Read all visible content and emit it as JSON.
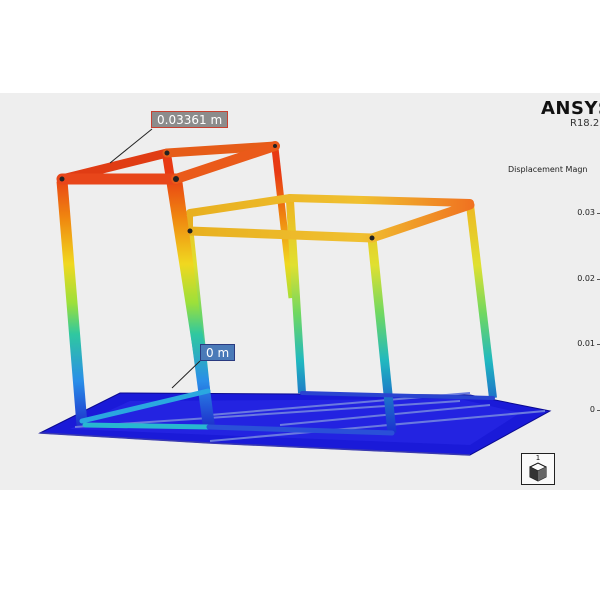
{
  "header": {
    "brand": "ANSYS",
    "version": "R18.2"
  },
  "legend": {
    "title": "Displacement Magn",
    "ticks": [
      "0.03",
      "0.02",
      "0.01",
      "0"
    ],
    "colormap": [
      "#0000ff",
      "#00aaff",
      "#00e0a0",
      "#8ee000",
      "#f0e000",
      "#ff8000",
      "#ff0000"
    ]
  },
  "probes": {
    "max_label": "0.03361 m",
    "min_label": "0 m"
  },
  "view_triad": {
    "label": "1"
  },
  "colors": {
    "viewport_bg": "#eeeeee",
    "max_color": "#d84020",
    "min_color": "#1010c0"
  }
}
